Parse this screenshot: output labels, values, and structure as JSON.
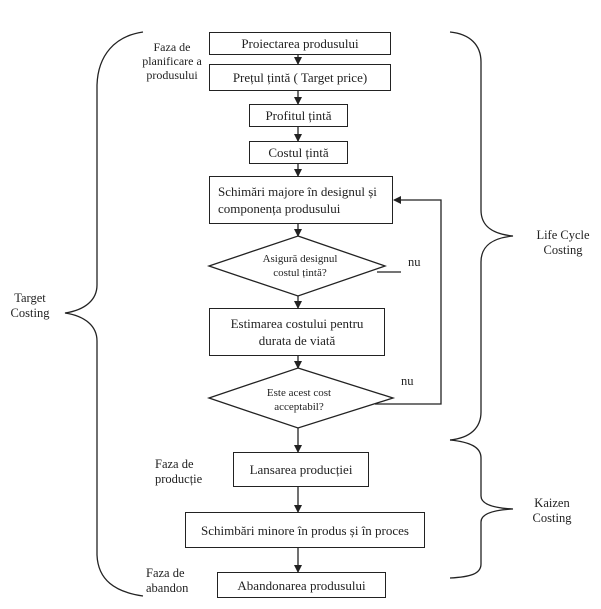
{
  "diagram": {
    "steps": {
      "proiectarea": "Proiectarea produsului",
      "pretul": "Prețul țintă ( Target price)",
      "profitul": "Profitul țintă",
      "costul": "Costul țintă",
      "schimbari_majore": "Schimări majore în designul și componența produsului",
      "estimarea": "Estimarea costului pentru durata de viată",
      "lansarea": "Lansarea producției",
      "schimbari_minore": "Schimbări minore în produs și în proces",
      "abandonarea": "Abandonarea produsului"
    },
    "decisions": {
      "asigura": "Asigură designul costul țintă?",
      "acceptabil": "Este acest cost acceptabil?"
    },
    "branch_labels": {
      "nu_1": "nu",
      "nu_2": "nu"
    },
    "phases": {
      "planificare": "Faza de\nplanificare a\nprodusului",
      "productie": "Faza de\nproducție",
      "abandon": "Faza de\nabandon"
    },
    "methods": {
      "target_costing": "Target\nCosting",
      "life_cycle_costing": "Life Cycle\nCosting",
      "kaizen_costing": "Kaizen\nCosting"
    },
    "colors": {
      "line": "#222222",
      "background": "#ffffff"
    }
  }
}
